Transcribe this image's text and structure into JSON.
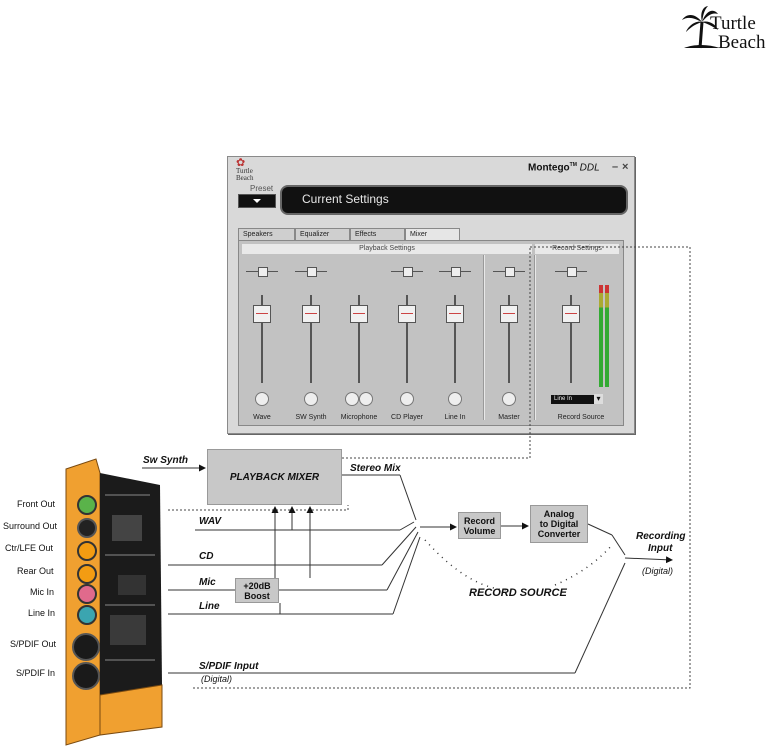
{
  "logo": {
    "line1": "Turtle",
    "line2": "Beach"
  },
  "window": {
    "logo_line1": "Turtle",
    "logo_line2": "Beach",
    "title_brand": "Montego",
    "title_tm": "TM",
    "title_model": "DDL",
    "minimize": "–",
    "close": "×",
    "preset_label": "Preset",
    "current_settings": "Current Settings",
    "tabs": [
      {
        "label": "Speakers"
      },
      {
        "label": "Equalizer"
      },
      {
        "label": "Effects"
      },
      {
        "label": "Mixer"
      }
    ],
    "playback_section": "Playback Settings",
    "record_section": "Record Settings",
    "channels": [
      {
        "label": "Wave"
      },
      {
        "label": "SW Synth"
      },
      {
        "label": "Microphone"
      },
      {
        "label": "CD Player"
      },
      {
        "label": "Line In"
      },
      {
        "label": "Master"
      },
      {
        "label": "Record Source"
      }
    ],
    "record_select_value": "Line In"
  },
  "card_ports": [
    {
      "label": "Front Out",
      "color": "#5ab34a"
    },
    {
      "label": "Surround Out",
      "color": "#222222"
    },
    {
      "label": "Ctr/LFE Out",
      "color": "#f39c12"
    },
    {
      "label": "Rear Out",
      "color": "#f39c12"
    },
    {
      "label": "Mic In",
      "color": "#e06a8c"
    },
    {
      "label": "Line In",
      "color": "#3ba5b0"
    },
    {
      "label": "S/PDIF Out",
      "color": "#222222"
    },
    {
      "label": "S/PDIF In",
      "color": "#222222"
    }
  ],
  "diagram": {
    "sw_synth": "Sw Synth",
    "playback_mixer": "PLAYBACK MIXER",
    "stereo_mix": "Stereo Mix",
    "wav": "WAV",
    "cd": "CD",
    "mic": "Mic",
    "line": "Line",
    "boost_line1": "+20dB",
    "boost_line2": "Boost",
    "record_volume_line1": "Record",
    "record_volume_line2": "Volume",
    "adc_line1": "Analog",
    "adc_line2": "to Digital",
    "adc_line3": "Converter",
    "recording_line1": "Recording",
    "recording_line2": "Input",
    "recording_digital": "(Digital)",
    "record_source": "RECORD SOURCE",
    "spdif_input": "S/PDIF Input",
    "spdif_digital": "(Digital)"
  },
  "colors": {
    "card_orange": "#f0a030",
    "box_gray": "#c8c8c8",
    "window_bg": "#d9d9d9"
  }
}
